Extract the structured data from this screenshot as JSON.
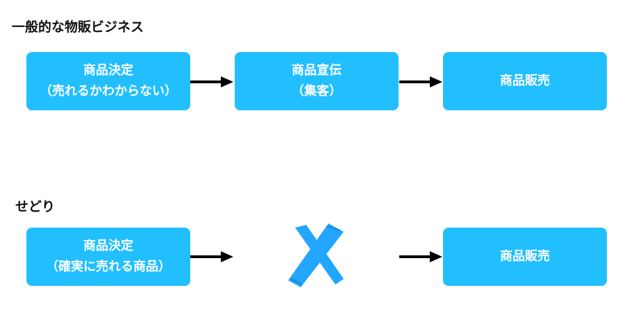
{
  "general": {
    "title": "一般的な物販ビジネス",
    "step1": {
      "line1": "商品決定",
      "line2": "（売れるかわからない）"
    },
    "step2": {
      "line1": "商品宣伝",
      "line2": "（集客）"
    },
    "step3": {
      "line1": "商品販売"
    }
  },
  "sedori": {
    "title": "せどり",
    "step1": {
      "line1": "商品決定",
      "line2": "（確実に売れる商品）"
    },
    "step3": {
      "line1": "商品販売"
    }
  },
  "colors": {
    "box": "#22bfff",
    "cross": "#22a6ff",
    "arrow": "#000000"
  }
}
